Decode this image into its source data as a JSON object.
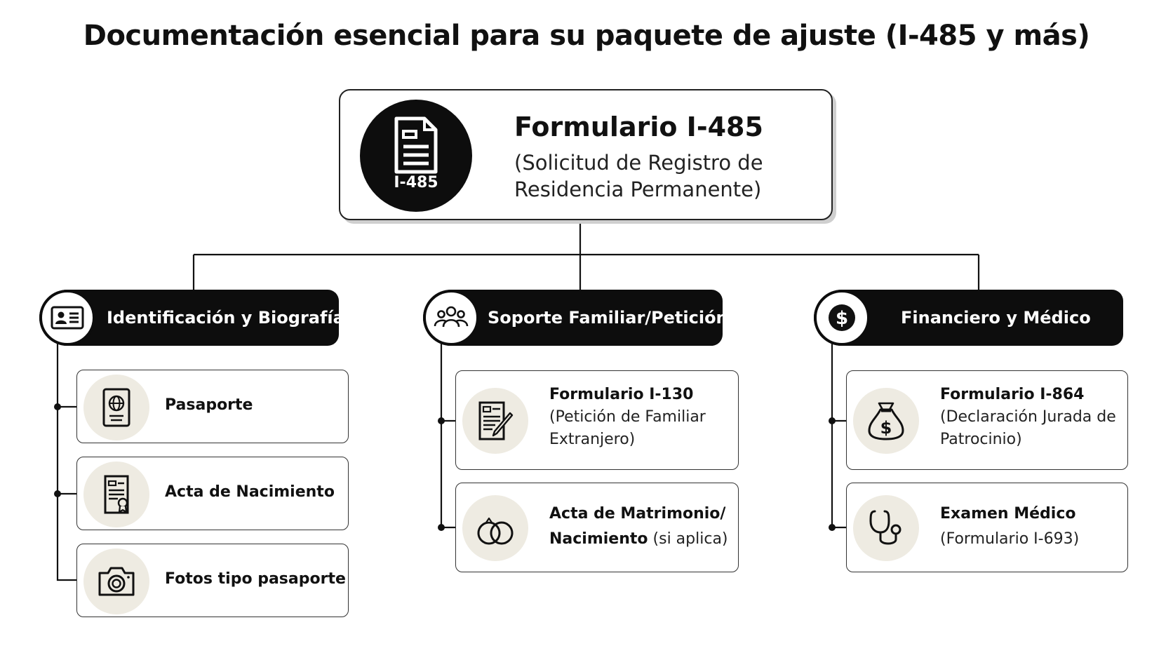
{
  "title": "Documentación esencial para su paquete de ajuste (I-485 y más)",
  "main": {
    "badge_label": "I-485",
    "badge_icon": "document-icon",
    "heading": "Formulario I-485",
    "subtitle_line1": "(Solicitud de Registro de",
    "subtitle_line2": "Residencia Permanente)"
  },
  "categories": [
    {
      "label": "Identificación y Biografía",
      "icon": "id-card-icon",
      "items": [
        {
          "title": "Pasaporte",
          "icon": "passport-icon"
        },
        {
          "title": "Acta de Nacimiento",
          "icon": "certificate-icon"
        },
        {
          "title": "Fotos tipo pasaporte",
          "icon": "camera-icon"
        }
      ]
    },
    {
      "label": "Soporte Familiar/Petición",
      "icon": "family-icon",
      "items": [
        {
          "title": "Formulario I-130",
          "detail_line1": "(Petición de Familiar",
          "detail_line2": "Extranjero)",
          "icon": "form-pen-icon"
        },
        {
          "title_line1": "Acta de Matrimonio/",
          "title_line2": "Nacimiento",
          "suffix": "(si aplica)",
          "icon": "rings-icon"
        }
      ]
    },
    {
      "label": "Financiero y Médico",
      "icon": "dollar-icon",
      "items": [
        {
          "title": "Formulario I-864",
          "detail_line1": "(Declaración Jurada de",
          "detail_line2": "Patrocinio)",
          "icon": "money-bag-icon"
        },
        {
          "title": "Examen Médico",
          "detail_line1": "(Formulario I-693)",
          "icon": "stethoscope-icon"
        }
      ]
    }
  ],
  "colors": {
    "dark": "#0d0d0d",
    "icon_background": "#eeebe2",
    "card_border": "#333333",
    "background": "#ffffff"
  }
}
